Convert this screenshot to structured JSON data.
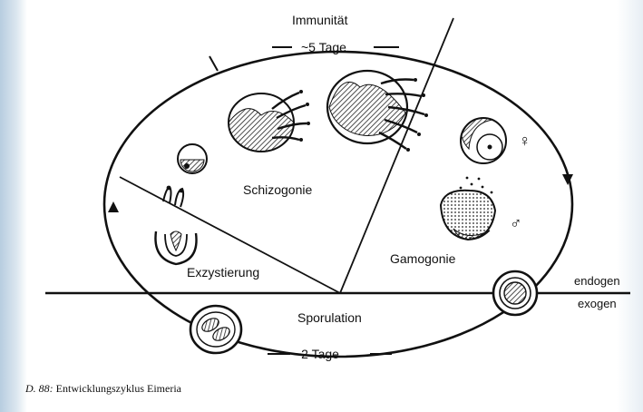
{
  "diagram": {
    "top_label": "Immunität",
    "top_duration": "~5 Tage",
    "bottom_duration": "~2 Tage",
    "stages": {
      "schizogonie": "Schizogonie",
      "gamogonie": "Gamogonie",
      "exzystierung": "Exzystierung",
      "sporulation": "Sporulation"
    },
    "phases": {
      "endogen": "endogen",
      "exogen": "exogen"
    },
    "sex_symbols": {
      "female": "♀",
      "male": "♂"
    }
  },
  "caption": {
    "figure_ref": "D. 88:",
    "text": "Entwicklungszyklus Eimeria"
  }
}
